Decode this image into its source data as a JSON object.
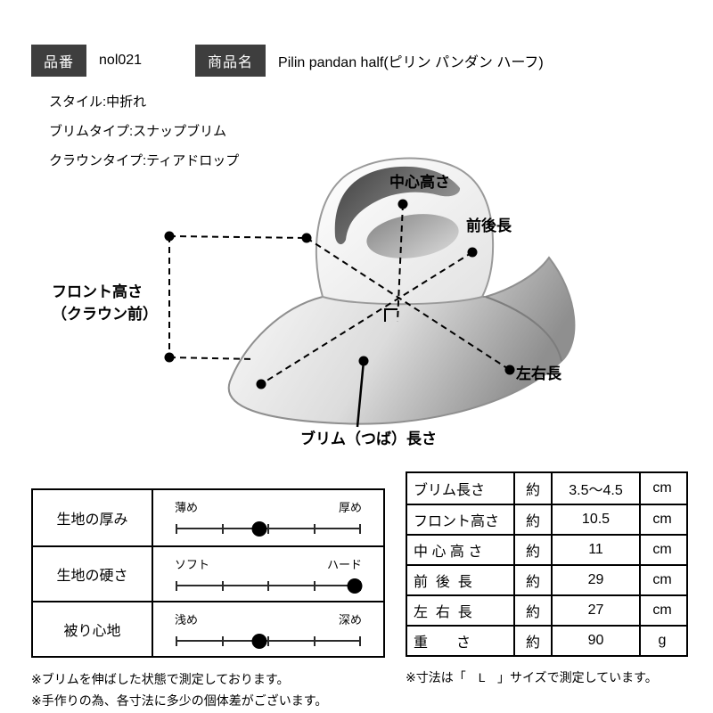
{
  "header": {
    "item_no_label": "品番",
    "item_no_value": "nol021",
    "product_name_label": "商品名",
    "product_name_value": "Pilin pandan half(ピリン パンダン ハーフ)"
  },
  "specs": [
    "スタイル:中折れ",
    "ブリムタイプ:スナップブリム",
    "クラウンタイプ:ティアドロップ"
  ],
  "diagram": {
    "labels": {
      "center_height": "中心高さ",
      "front_back_length": "前後長",
      "front_height": "フロント高さ\n（クラウン前）",
      "left_right_length": "左右長",
      "brim_length": "ブリム（つば）長さ"
    }
  },
  "feature_table": {
    "rows": [
      {
        "name": "生地の厚み",
        "left": "薄め",
        "right": "厚め",
        "position": 0.45
      },
      {
        "name": "生地の硬さ",
        "left": "ソフト",
        "right": "ハード",
        "position": 0.97
      },
      {
        "name": "被り心地",
        "left": "浅め",
        "right": "深め",
        "position": 0.45
      }
    ]
  },
  "spec_table": {
    "rows": [
      {
        "label": "ブリム長さ",
        "approx": "約",
        "value": "3.5〜4.5",
        "unit": "cm"
      },
      {
        "label": "フロント高さ",
        "approx": "約",
        "value": "10.5",
        "unit": "cm"
      },
      {
        "label": "中 心 高 さ",
        "approx": "約",
        "value": "11",
        "unit": "cm"
      },
      {
        "label": "前  後  長",
        "approx": "約",
        "value": "29",
        "unit": "cm"
      },
      {
        "label": "左  右  長",
        "approx": "約",
        "value": "27",
        "unit": "cm"
      },
      {
        "label": "重　　さ",
        "approx": "約",
        "value": "90",
        "unit": "g"
      }
    ]
  },
  "notes": {
    "left": [
      "※ブリムを伸ばした状態で測定しております。",
      "※手作りの為、各寸法に多少の個体差がございます。"
    ],
    "right": "※寸法は「　L　」サイズで測定しています。"
  },
  "colors": {
    "label_box_bg": "#3e3e3e",
    "measure_line": "#000000"
  }
}
